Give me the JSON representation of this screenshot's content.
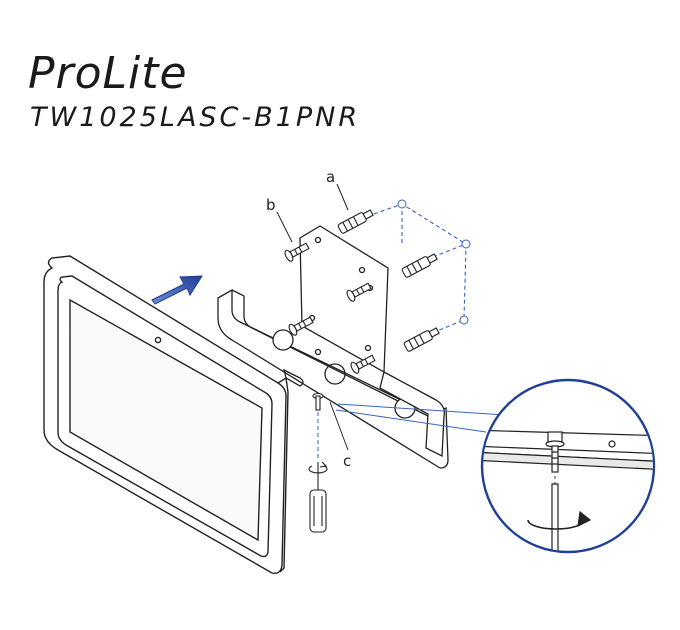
{
  "header": {
    "brand": "ProLite",
    "model": "TW1025LASC-B1PNR"
  },
  "callouts": {
    "a": "a",
    "b": "b",
    "c": "c"
  },
  "colors": {
    "accent_blue": "#1f3f97",
    "guide_blue": "#3a63c4",
    "line": "#222222"
  }
}
